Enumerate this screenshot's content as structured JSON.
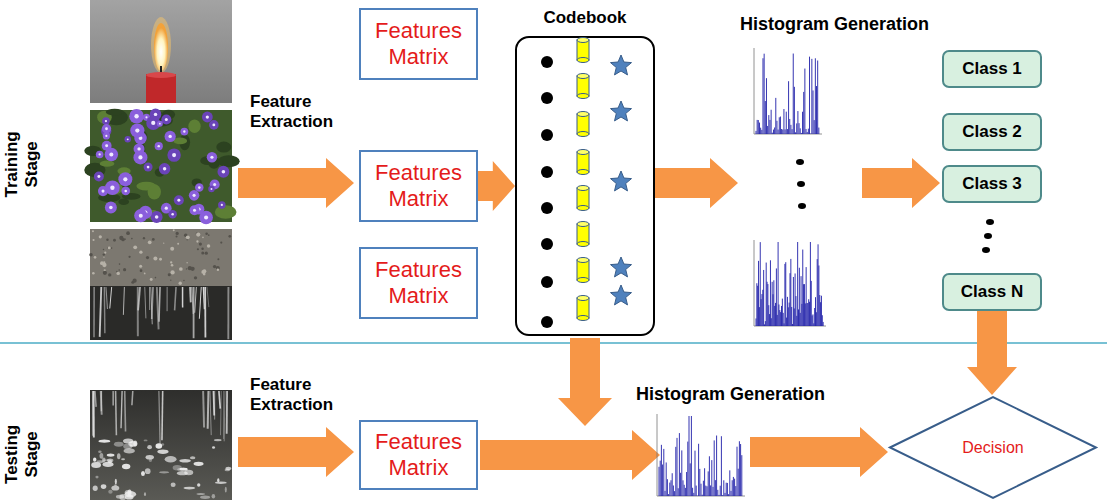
{
  "diagram": {
    "nodes": [
      {
        "text": [
          "Features Matrix"
        ]
      },
      {
        "text": [
          "Features Matrix"
        ]
      },
      {
        "text": [
          "Features Matrix"
        ]
      },
      {
        "text": [
          "Codebook"
        ]
      },
      {
        "text": [
          "Class 1"
        ]
      },
      {
        "text": [
          "Class 2"
        ]
      },
      {
        "text": [
          "Class 3"
        ]
      },
      {
        "text": [
          "Class N"
        ]
      },
      {
        "text": [
          "Features Matrix"
        ]
      },
      {
        "text": [
          "Decision"
        ]
      }
    ],
    "edges": [
      {
        "from": 1,
        "to": 3,
        "arrow": "to"
      },
      {
        "from": 7,
        "to": 9,
        "arrow": "to"
      }
    ],
    "labels": [
      "Training Stage",
      "Feature Extraction",
      "Histogram Generation",
      "Testing Stage",
      "Feature Extraction",
      "Histogram Generation"
    ]
  }
}
